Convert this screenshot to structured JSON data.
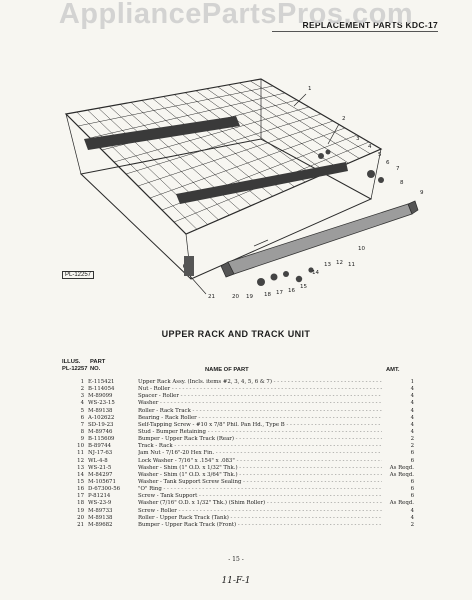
{
  "watermark": "AppliancePartsPros.com",
  "header": {
    "title": "REPLACEMENT PARTS KDC-17"
  },
  "diagram": {
    "pl_tag": "PL-12257",
    "callouts": [
      "1",
      "2",
      "3",
      "4",
      "5",
      "6",
      "7",
      "8",
      "9",
      "10",
      "11",
      "12",
      "13",
      "14",
      "15",
      "16",
      "17",
      "18",
      "19",
      "20",
      "21"
    ]
  },
  "section_title": "UPPER RACK AND TRACK UNIT",
  "columns": {
    "illus_line1": "ILLUS.",
    "illus_line2": "PL-12257",
    "part_line1": "PART",
    "part_line2": "NO.",
    "name": "NAME OF PART",
    "amt": "AMT."
  },
  "parts": [
    {
      "no": "1",
      "part": "E-115421",
      "name": "Upper Rack Assy. (Incls. items #2, 3, 4, 5, 6 & 7)",
      "amt": "1"
    },
    {
      "no": "2",
      "part": "B-114054",
      "name": "Nut - Roller",
      "amt": "4"
    },
    {
      "no": "3",
      "part": "M-89099",
      "name": "Spacer - Roller",
      "amt": "4"
    },
    {
      "no": "4",
      "part": "WS-23-15",
      "name": "Washer",
      "amt": "4"
    },
    {
      "no": "5",
      "part": "M-89138",
      "name": "Roller - Rack Track",
      "amt": "4"
    },
    {
      "no": "6",
      "part": "A-102622",
      "name": "Bearing - Rack Roller",
      "amt": "4"
    },
    {
      "no": "7",
      "part": "SD-19-23",
      "name": "Self-Tapping Screw - #10 x 7/8\" Phil. Pan Hd., Type B",
      "amt": "4"
    },
    {
      "no": "8",
      "part": "M-89746",
      "name": "Stud - Bumper Retaining",
      "amt": "4"
    },
    {
      "no": "9",
      "part": "B-115609",
      "name": "Bumper - Upper Rack Track (Rear)",
      "amt": "2"
    },
    {
      "no": "10",
      "part": "B-89744",
      "name": "Track - Rack",
      "amt": "2"
    },
    {
      "no": "11",
      "part": "NJ-17-63",
      "name": "Jam Nut - 7/16\"-20 Hex Fin.",
      "amt": "6"
    },
    {
      "no": "12",
      "part": "WL-4-8",
      "name": "Lock Washer - 7/16\" x .154\" x .083\"",
      "amt": "6"
    },
    {
      "no": "13",
      "part": "WS-21-5",
      "name": "Washer - Shim (1\" O.D. x 1/32\" Thk.)",
      "amt": "As Reqd."
    },
    {
      "no": "14",
      "part": "M-84297",
      "name": "Washer - Shim (1\" O.D. x 3/64\" Thk.)",
      "amt": "As Reqd."
    },
    {
      "no": "15",
      "part": "M-105671",
      "name": "Washer - Tank Support Screw Sealing",
      "amt": "6"
    },
    {
      "no": "16",
      "part": "D-67300-56",
      "name": "\"O\" Ring",
      "amt": "6"
    },
    {
      "no": "17",
      "part": "P-81214",
      "name": "Screw - Tank Support",
      "amt": "6"
    },
    {
      "no": "18",
      "part": "WS-23-9",
      "name": "Washer (7/16\" O.D. x 1/32\" Thk.) (Shim Roller)",
      "amt": "As Reqd."
    },
    {
      "no": "19",
      "part": "M-89733",
      "name": "Screw - Roller",
      "amt": "4"
    },
    {
      "no": "20",
      "part": "M-89138",
      "name": "Roller - Upper Rack Track (Tank)",
      "amt": "4"
    },
    {
      "no": "21",
      "part": "M-89682",
      "name": "Bumper - Upper Rack Track (Front)",
      "amt": "2"
    }
  ],
  "footer": {
    "page": "- 15 -",
    "handwritten": "11-F-1"
  }
}
